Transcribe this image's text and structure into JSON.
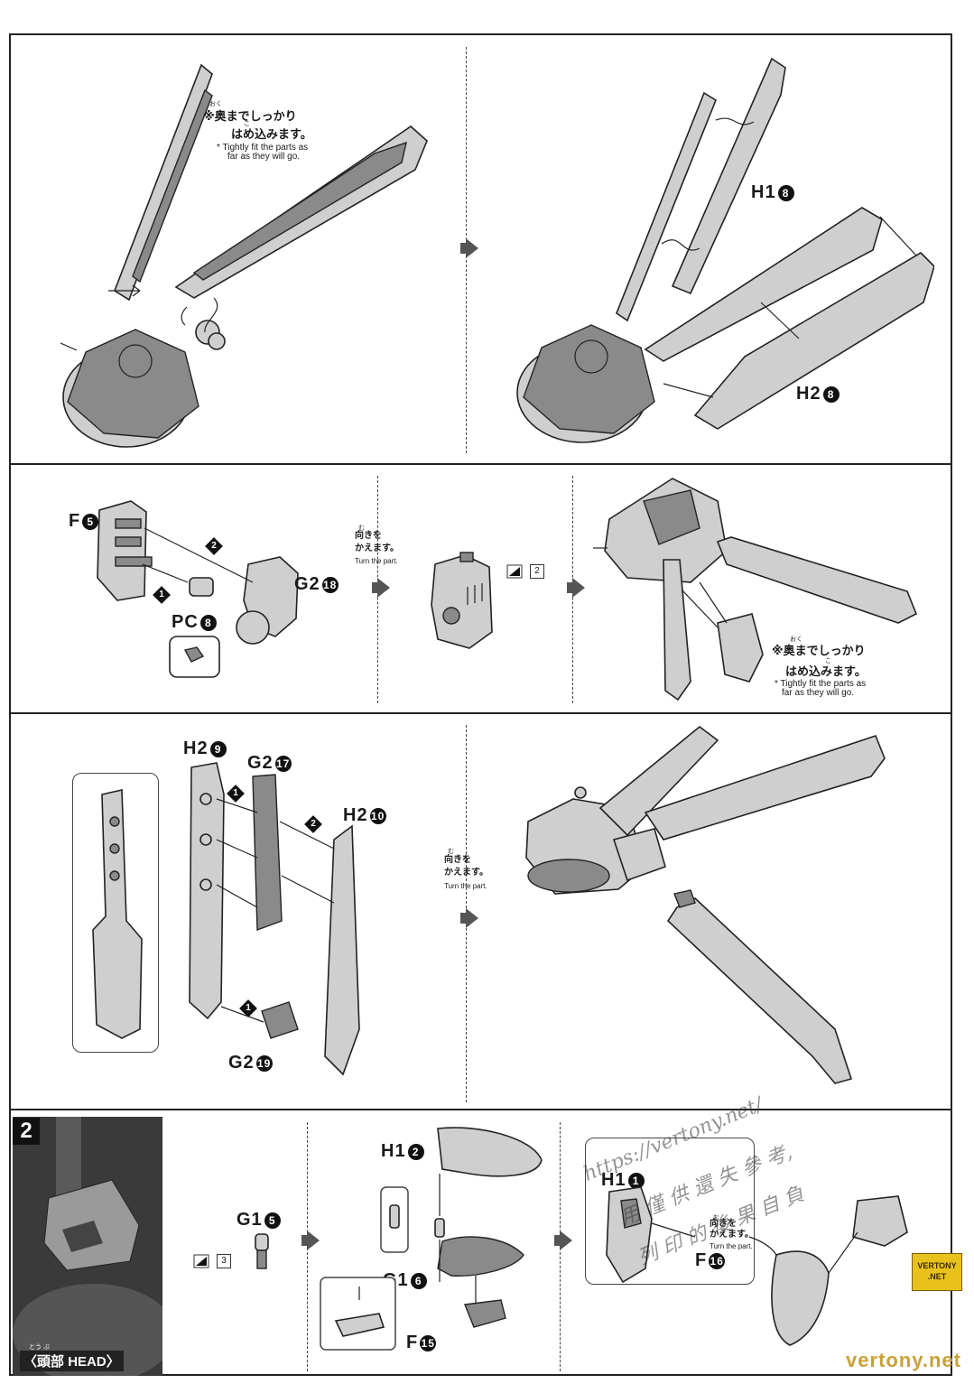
{
  "panels": {
    "p1a": {
      "note_jp": "※奥までしっかり",
      "note_jp2": "はめ込みます。",
      "ruby": "おく",
      "ruby2": "こ",
      "note_en1": "* Tightly fit the parts as",
      "note_en2": "far as they will go."
    },
    "p1b": {
      "label_h1": "H1",
      "num_h1": "8",
      "label_h2": "H2",
      "num_h2": "8"
    },
    "p2a": {
      "label_f": "F",
      "num_f": "5",
      "label_g2": "G2",
      "num_g2": "18",
      "label_pc": "PC",
      "num_pc": "8",
      "step1": "1",
      "step2": "2"
    },
    "p2b": {
      "ruby": "む",
      "turn_jp1": "向きを",
      "turn_jp2": "かえます。",
      "turn_en": "Turn the part.",
      "sticker": "2"
    },
    "p2c": {
      "note_jp": "※奥までしっかり",
      "note_jp2": "はめ込みます。",
      "ruby": "おく",
      "ruby2": "こ",
      "note_en1": "* Tightly fit the parts as",
      "note_en2": "far as they will go."
    },
    "p3a": {
      "label_h2a": "H2",
      "num_h2a": "9",
      "label_g2a": "G2",
      "num_g2a": "17",
      "label_h2b": "H2",
      "num_h2b": "10",
      "label_g2b": "G2",
      "num_g2b": "19",
      "step1": "1",
      "step2": "2",
      "step1b": "1"
    },
    "p3b": {
      "ruby": "む",
      "turn_jp1": "向きを",
      "turn_jp2": "かえます。",
      "turn_en": "Turn the part."
    },
    "step2": {
      "number": "2",
      "title_jp": "〈頭部",
      "title_en": "HEAD〉",
      "ruby": "とう  ぶ",
      "label_g1": "G1",
      "num_g1": "5",
      "sticker": "3",
      "label_h1a": "H1",
      "num_h1a": "2",
      "label_g1b": "G1",
      "num_g1b": "6",
      "label_f": "F",
      "num_f": "15",
      "label_h1b": "H1",
      "num_h1b": "1",
      "label_f2": "F",
      "num_f2": "16",
      "turn_ruby": "む",
      "turn_jp1": "向きを",
      "turn_jp2": "かえます。",
      "turn_en": "Turn the part."
    }
  },
  "watermark": {
    "url": "https://vertony.net/",
    "line1": "https://vertony.net/",
    "line2": "用 僅 供 還 失 參 考,",
    "line3": "列 印 的 後 果 自 負",
    "logo_line1": "VERTONY",
    "logo_line2": ".NET",
    "footer": "vertony.net"
  }
}
